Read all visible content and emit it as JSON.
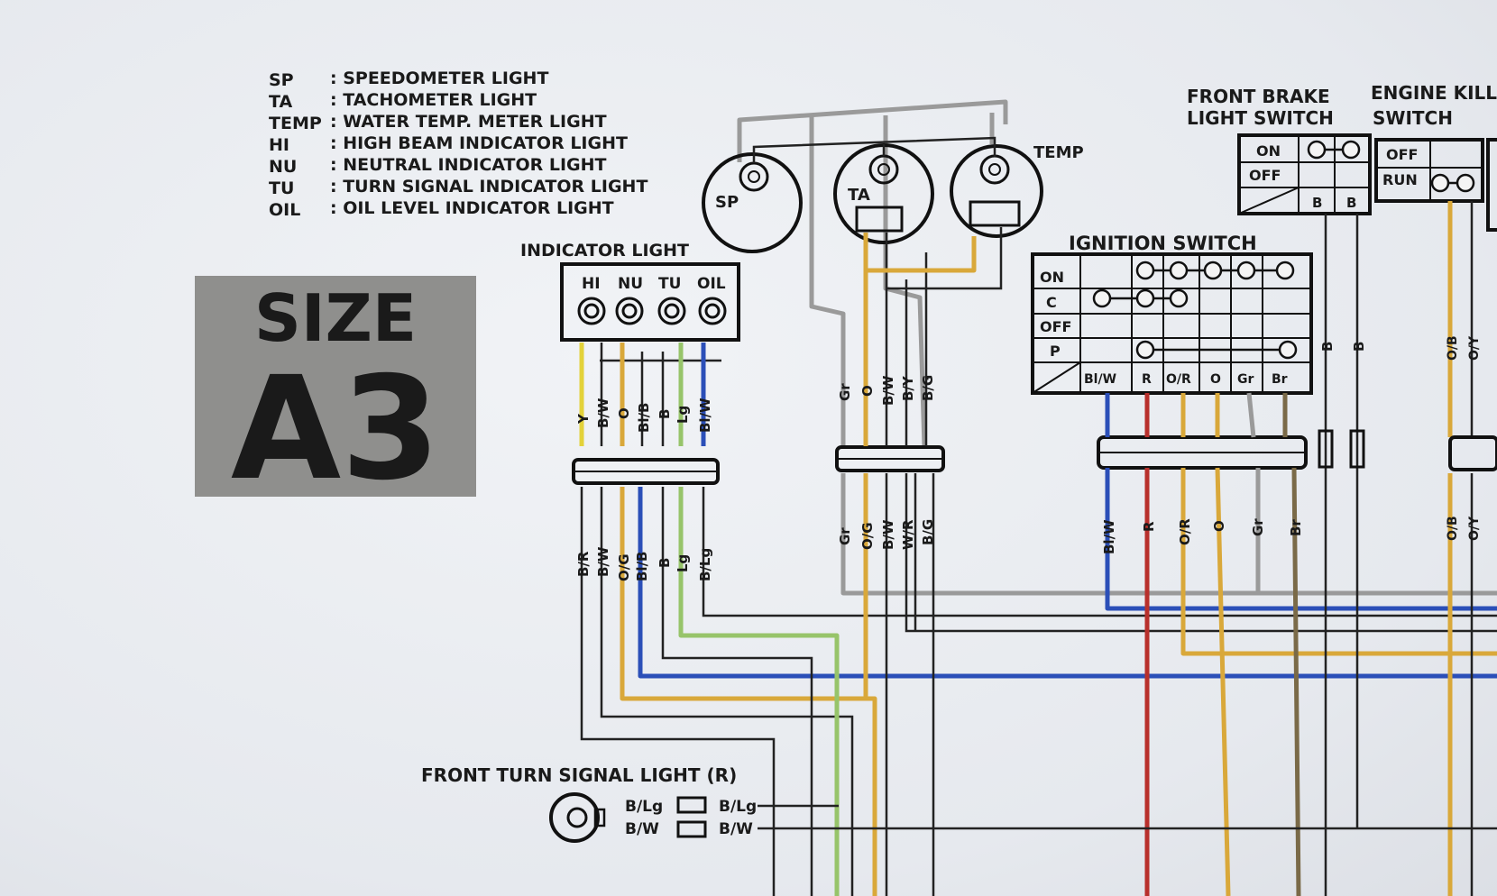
{
  "legend": [
    {
      "code": "SP",
      "desc": ": SPEEDOMETER LIGHT"
    },
    {
      "code": "TA",
      "desc": ": TACHOMETER LIGHT"
    },
    {
      "code": "TEMP",
      "desc": ": WATER TEMP. METER LIGHT"
    },
    {
      "code": "HI",
      "desc": ": HIGH BEAM INDICATOR LIGHT"
    },
    {
      "code": "NU",
      "desc": ": NEUTRAL INDICATOR LIGHT"
    },
    {
      "code": "TU",
      "desc": ": TURN SIGNAL INDICATOR LIGHT"
    },
    {
      "code": "OIL",
      "desc": ": OIL LEVEL INDICATOR LIGHT"
    }
  ],
  "size_badge": {
    "line1": "SIZE",
    "line2": "A3"
  },
  "meters": {
    "sp": "SP",
    "ta": "TA",
    "temp": "TEMP"
  },
  "indicator": {
    "title": "INDICATOR LIGHT",
    "columns": [
      "HI",
      "NU",
      "TU",
      "OIL"
    ],
    "wires_top": [
      "Y",
      "B/W",
      "O",
      "Bl/B",
      "B",
      "Lg",
      "Bl/W"
    ],
    "wires_bottom": [
      "B/R",
      "B/W",
      "O/G",
      "Bl/B",
      "B",
      "Lg",
      "B/Lg"
    ]
  },
  "meter_harness": {
    "wires_top": [
      "Gr",
      "O",
      "B/W",
      "B/Y",
      "B/G"
    ],
    "wires_bottom": [
      "Gr",
      "O/G",
      "B/W",
      "W/R",
      "B/G"
    ]
  },
  "ignition": {
    "title": "IGNITION SWITCH",
    "rows": [
      "ON",
      "C",
      "OFF",
      "P"
    ],
    "columns": [
      "Bl/W",
      "R",
      "O/R",
      "O",
      "Gr",
      "Br"
    ]
  },
  "brake_switch": {
    "title_line1": "FRONT BRAKE",
    "title_line2": "LIGHT SWITCH",
    "rows": [
      "ON",
      "OFF"
    ],
    "columns": [
      "B",
      "B"
    ]
  },
  "kill_switch": {
    "title_line1": "ENGINE KILL",
    "title_line2": "SWITCH",
    "rows": [
      "OFF",
      "RUN"
    ]
  },
  "right_wires": {
    "left": [
      "B",
      "B"
    ],
    "far": [
      "O/B",
      "O/Y"
    ]
  },
  "turn_signal": {
    "title": "FRONT TURN SIGNAL LIGHT (R)",
    "wires": [
      "B/Lg",
      "B/W",
      "B/Lg",
      "B/W"
    ]
  },
  "colors": {
    "yellow": "#e3d23a",
    "orange": "#d9a83a",
    "blue": "#2b4fb8",
    "red": "#b8302c",
    "green": "#97c46a",
    "gray": "#9a9a9a",
    "black": "#1e1e1e",
    "brown": "#7a6a48"
  }
}
